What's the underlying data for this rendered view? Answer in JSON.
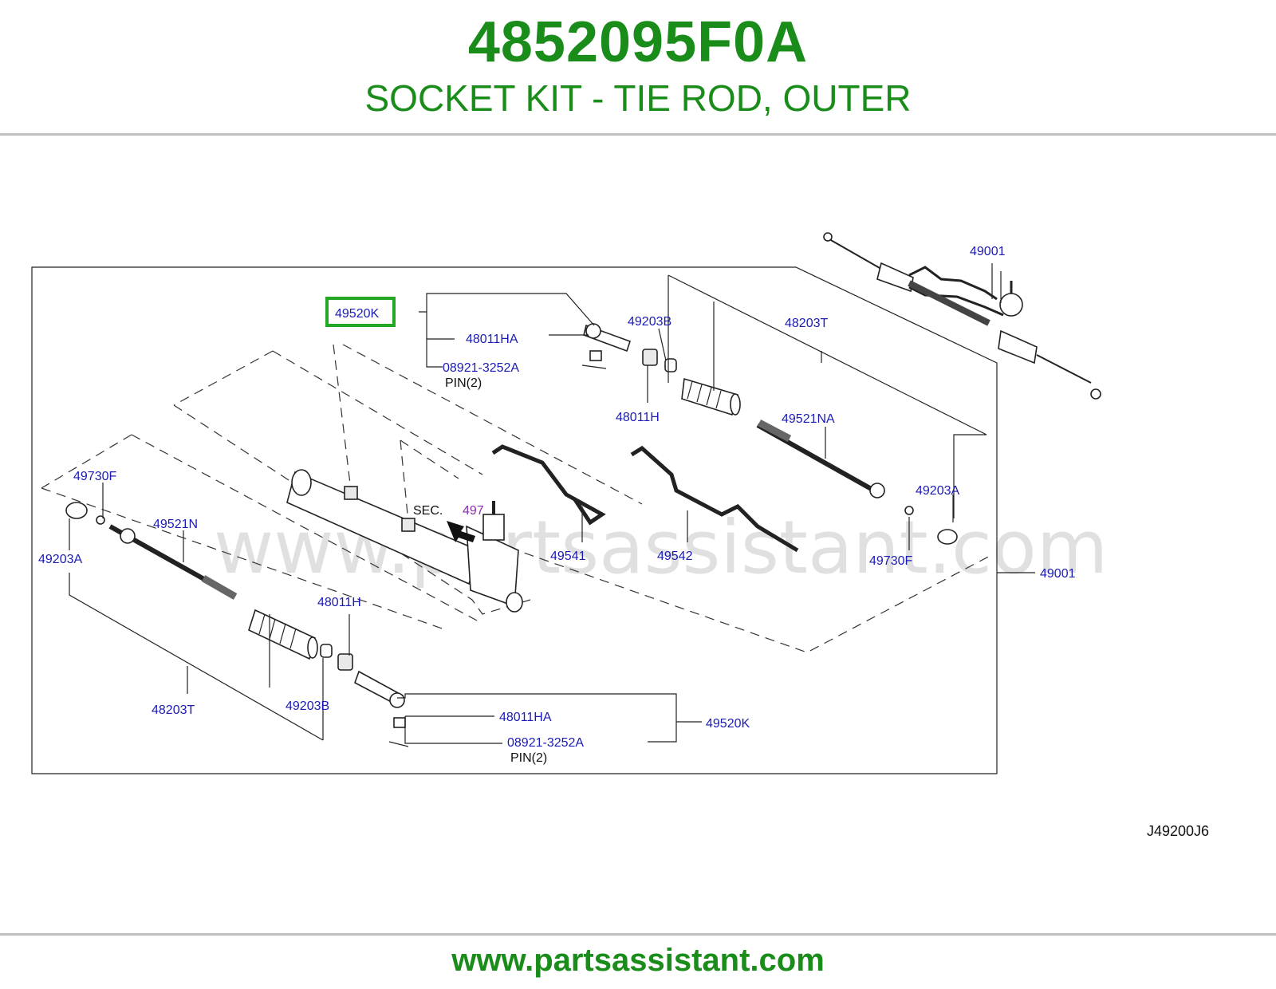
{
  "header": {
    "part_number": "4852095F0A",
    "description": "SOCKET KIT - TIE ROD, OUTER"
  },
  "diagram": {
    "watermark": "www.partsassistant.com",
    "diagram_code": "J49200J6",
    "highlight_color": "#22a822",
    "labels": {
      "l49001_top": "49001",
      "l49520k_highlight": "49520K",
      "l48011ha_top": "48011HA",
      "l08921_top": "08921-3252A",
      "lpin_top": "PIN(2)",
      "l49203b_top": "49203B",
      "l48203t_top": "48203T",
      "l48011h_top": "48011H",
      "l49521na": "49521NA",
      "l49203a_right": "49203A",
      "l49730f_left": "49730F",
      "l49521n": "49521N",
      "l49203a_left": "49203A",
      "lsec": "SEC.",
      "l497": "497",
      "l49541": "49541",
      "l49542": "49542",
      "l49730f_right": "49730F",
      "l49001_mid": "49001",
      "l48011h_bottom": "48011H",
      "l48203t_bottom": "48203T",
      "l49203b_bottom": "49203B",
      "l48011ha_bottom": "48011HA",
      "l49520k_bottom": "49520K",
      "l08921_bottom": "08921-3252A",
      "lpin_bottom": "PIN(2)"
    }
  },
  "footer": {
    "url": "www.partsassistant.com"
  }
}
